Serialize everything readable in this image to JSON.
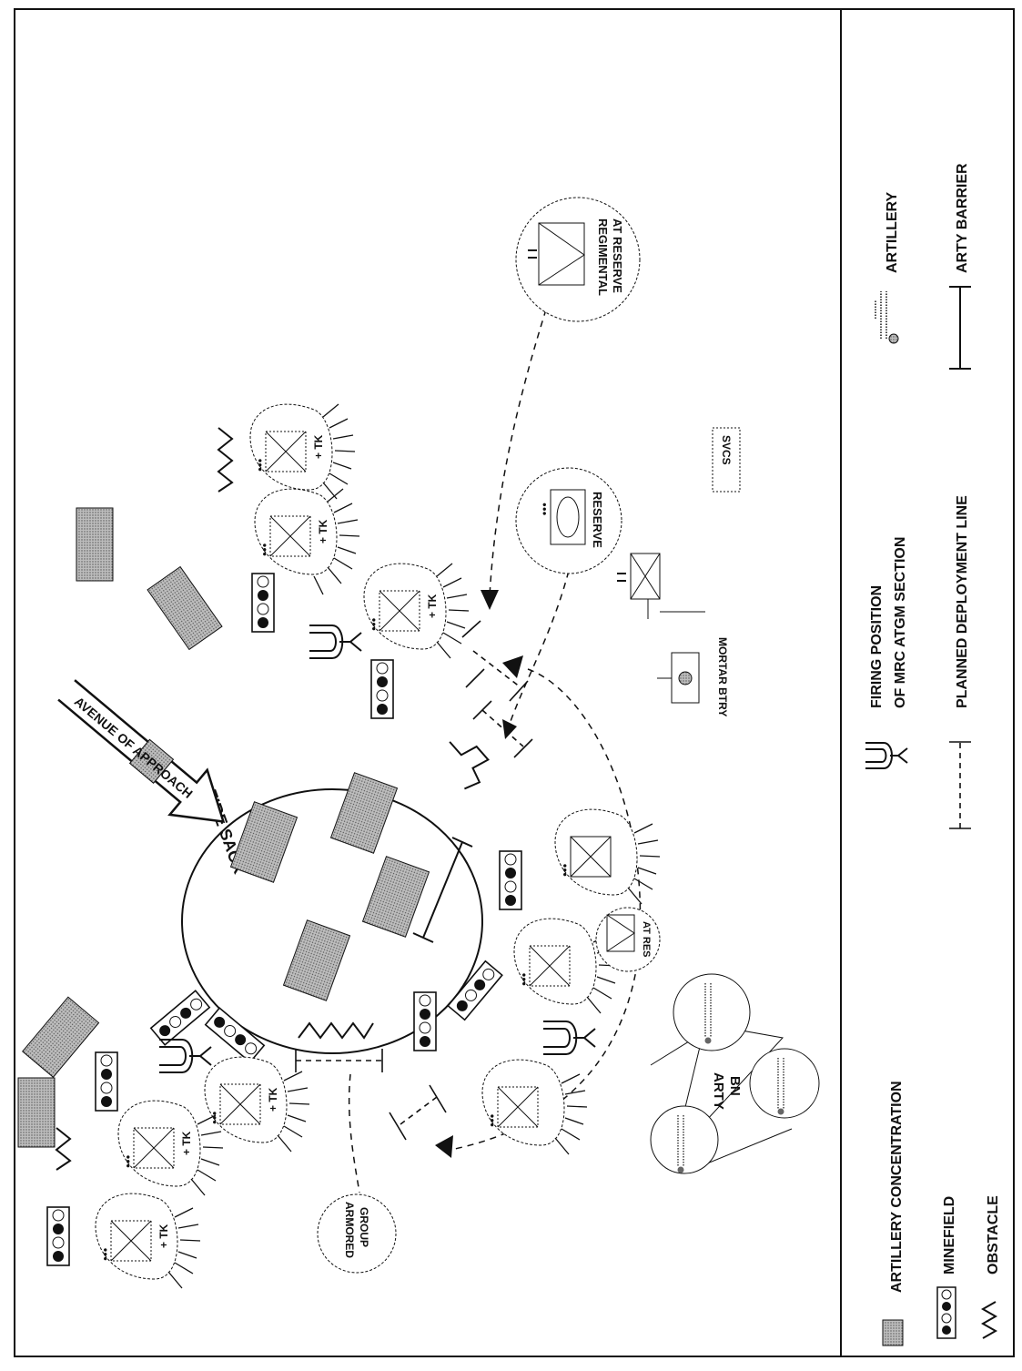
{
  "diagram": {
    "labels": {
      "fire_sack": "FIRE SACK",
      "avenue_of_approach": "AVENUE OF APPROACH",
      "regimental_at_reserve_line1": "REGIMENTAL",
      "regimental_at_reserve_line2": "AT RESERVE",
      "reserve": "RESERVE",
      "svcs": "SVCS",
      "mortar_btry": "MORTAR BTRY",
      "at_res": "AT RES",
      "arty": "ARTY",
      "bn": "BN",
      "armored_line1": "ARMORED",
      "armored_line2": "GROUP",
      "tank_reinforcement": "+ TK",
      "company_marker": "●●●"
    },
    "colors": {
      "ink": "#111111",
      "artillery_fill": "#a9a9a9",
      "mine_fill": "#111111"
    }
  },
  "legend": {
    "items": [
      {
        "label": "ARTILLERY CONCENTRATION",
        "icon": "artillery-concentration-icon"
      },
      {
        "label": "MINEFIELD",
        "icon": "minefield-icon"
      },
      {
        "label": "OBSTACLE",
        "icon": "obstacle-icon"
      },
      {
        "label_line1": "FIRING POSITION",
        "label_line2": "OF MRC  ATGM SECTION",
        "icon": "atgm-firing-position-icon"
      },
      {
        "label": "PLANNED DEPLOYMENT LINE",
        "icon": "planned-deployment-line-icon"
      },
      {
        "label": "ARTILLERY",
        "icon": "artillery-icon"
      },
      {
        "label": "ARTY BARRIER",
        "icon": "arty-barrier-icon"
      }
    ]
  }
}
